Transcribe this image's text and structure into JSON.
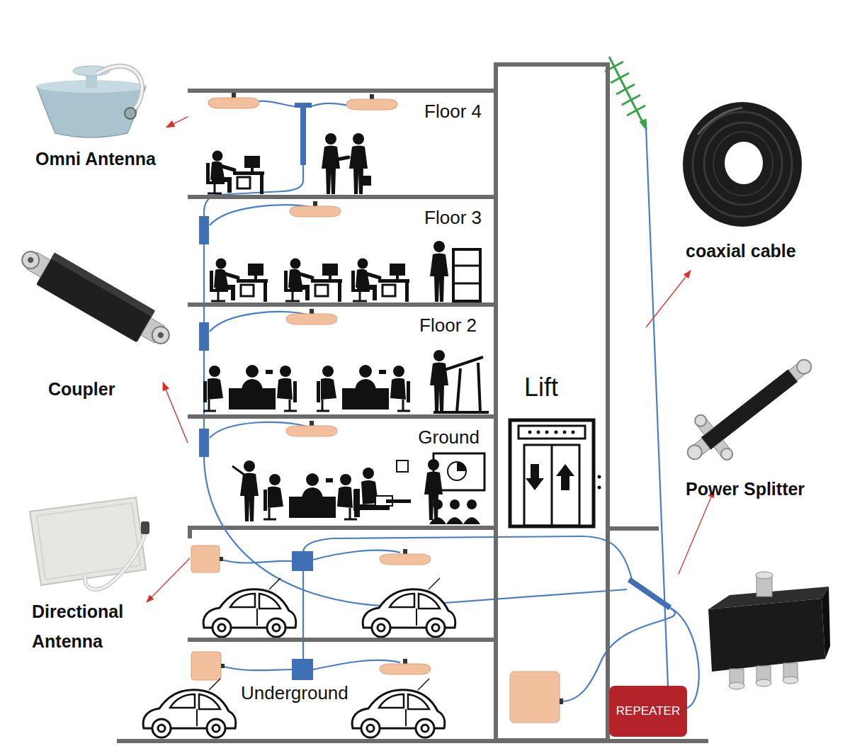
{
  "diagram": {
    "nodes": [
      {
        "text": [
          "Floor 4"
        ]
      },
      {
        "text": [
          "Floor 3"
        ]
      },
      {
        "text": [
          "Floor 2"
        ]
      },
      {
        "text": [
          "Ground"
        ]
      },
      {
        "text": [
          "Underground"
        ]
      },
      {
        "text": [
          "Lift"
        ]
      },
      {
        "text": [
          "REPEATER"
        ]
      },
      {
        "text": [
          "Omni Antenna"
        ]
      },
      {
        "text": [
          "Coupler"
        ]
      },
      {
        "text": [
          "Directional Antenna"
        ]
      },
      {
        "text": [
          "coaxial cable"
        ]
      },
      {
        "text": [
          "Power Splitter"
        ]
      }
    ],
    "edges": [
      {
        "from": 0,
        "to": 7,
        "arrow": "to"
      },
      {
        "from": 3,
        "to": 8,
        "arrow": "to"
      }
    ]
  }
}
